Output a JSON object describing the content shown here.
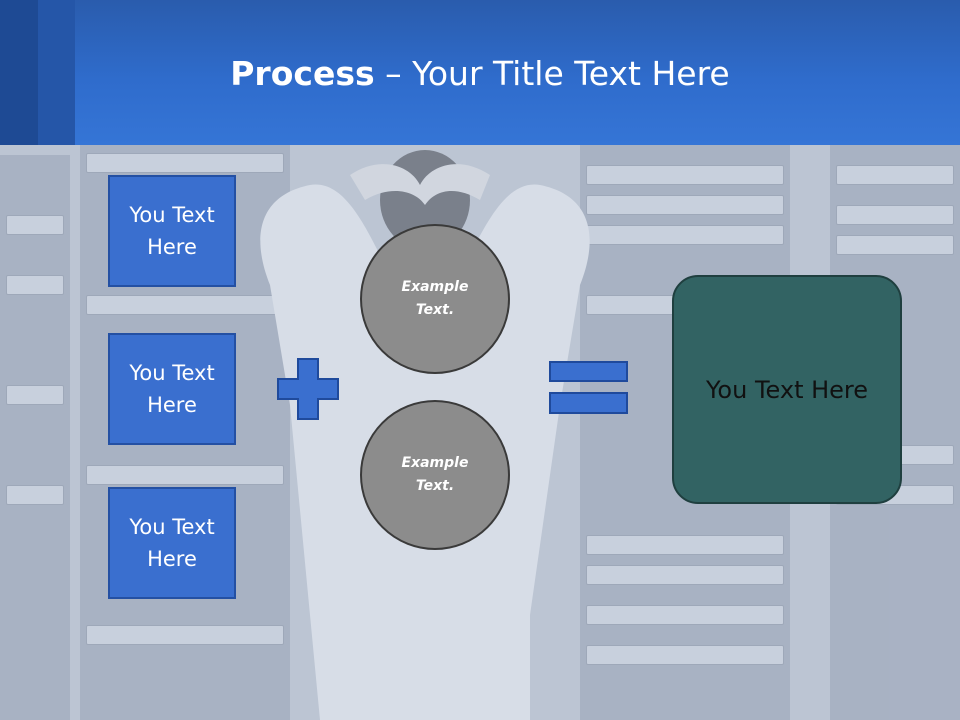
{
  "slide": {
    "title_bold": "Process",
    "title_rest": " – Your Title Text Here",
    "boxes": [
      {
        "label": "You Text Here"
      },
      {
        "label": "You Text Here"
      },
      {
        "label": "You Text Here"
      }
    ],
    "circles": [
      {
        "label": "Example Text."
      },
      {
        "label": "Example Text."
      }
    ],
    "result": {
      "label": "You Text Here"
    },
    "colors": {
      "header": "#2f6ccc",
      "box_fill": "#3a6fcf",
      "circle_fill": "#8c8c8c",
      "result_fill": "#326363"
    },
    "icons": [
      "plus-icon",
      "equals-icon"
    ]
  }
}
